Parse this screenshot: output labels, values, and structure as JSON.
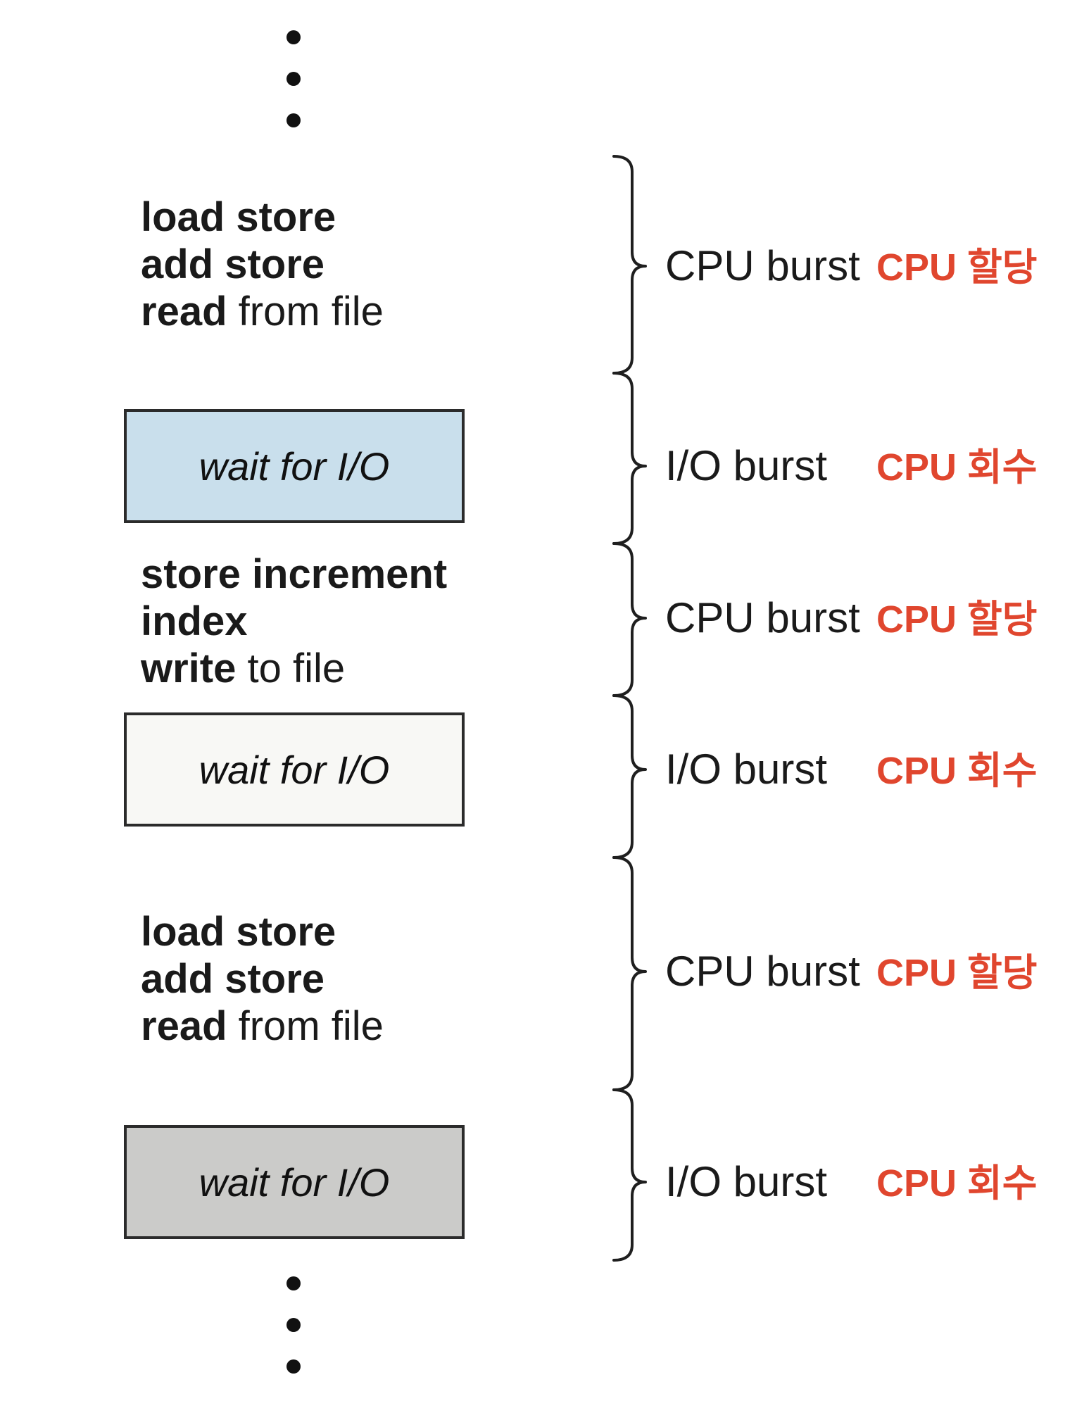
{
  "colors": {
    "annotation_red": "#e0462e",
    "text_black": "#1a1a1a",
    "wait_box_blue": "#c9dfec",
    "wait_box_white": "#f8f8f5",
    "wait_box_gray": "#cbcbc9",
    "box_border": "#2b2b2b"
  },
  "code_blocks": [
    {
      "lines": [
        {
          "bold": "load store",
          "rest": ""
        },
        {
          "bold": "add store",
          "rest": ""
        },
        {
          "bold": "read",
          "rest": " from file"
        }
      ]
    },
    {
      "lines": [
        {
          "bold": "store increment",
          "rest": ""
        },
        {
          "bold": "index",
          "rest": ""
        },
        {
          "bold": "write",
          "rest": " to file"
        }
      ]
    },
    {
      "lines": [
        {
          "bold": "load store",
          "rest": ""
        },
        {
          "bold": "add store",
          "rest": ""
        },
        {
          "bold": "read",
          "rest": " from file"
        }
      ]
    }
  ],
  "wait_boxes": [
    {
      "label": "wait for I/O",
      "fill": "#c9dfec"
    },
    {
      "label": "wait for I/O",
      "fill": "#f8f8f5"
    },
    {
      "label": "wait for I/O",
      "fill": "#cbcbc9"
    }
  ],
  "burst_rows": [
    {
      "type": "cpu",
      "label": "CPU burst",
      "annotation": "CPU 할당"
    },
    {
      "type": "io",
      "label": "I/O burst",
      "annotation": "CPU 회수"
    },
    {
      "type": "cpu",
      "label": "CPU burst",
      "annotation": "CPU 할당"
    },
    {
      "type": "io",
      "label": "I/O burst",
      "annotation": "CPU 회수"
    },
    {
      "type": "cpu",
      "label": "CPU burst",
      "annotation": "CPU 할당"
    },
    {
      "type": "io",
      "label": "I/O burst",
      "annotation": "CPU 회수"
    }
  ]
}
